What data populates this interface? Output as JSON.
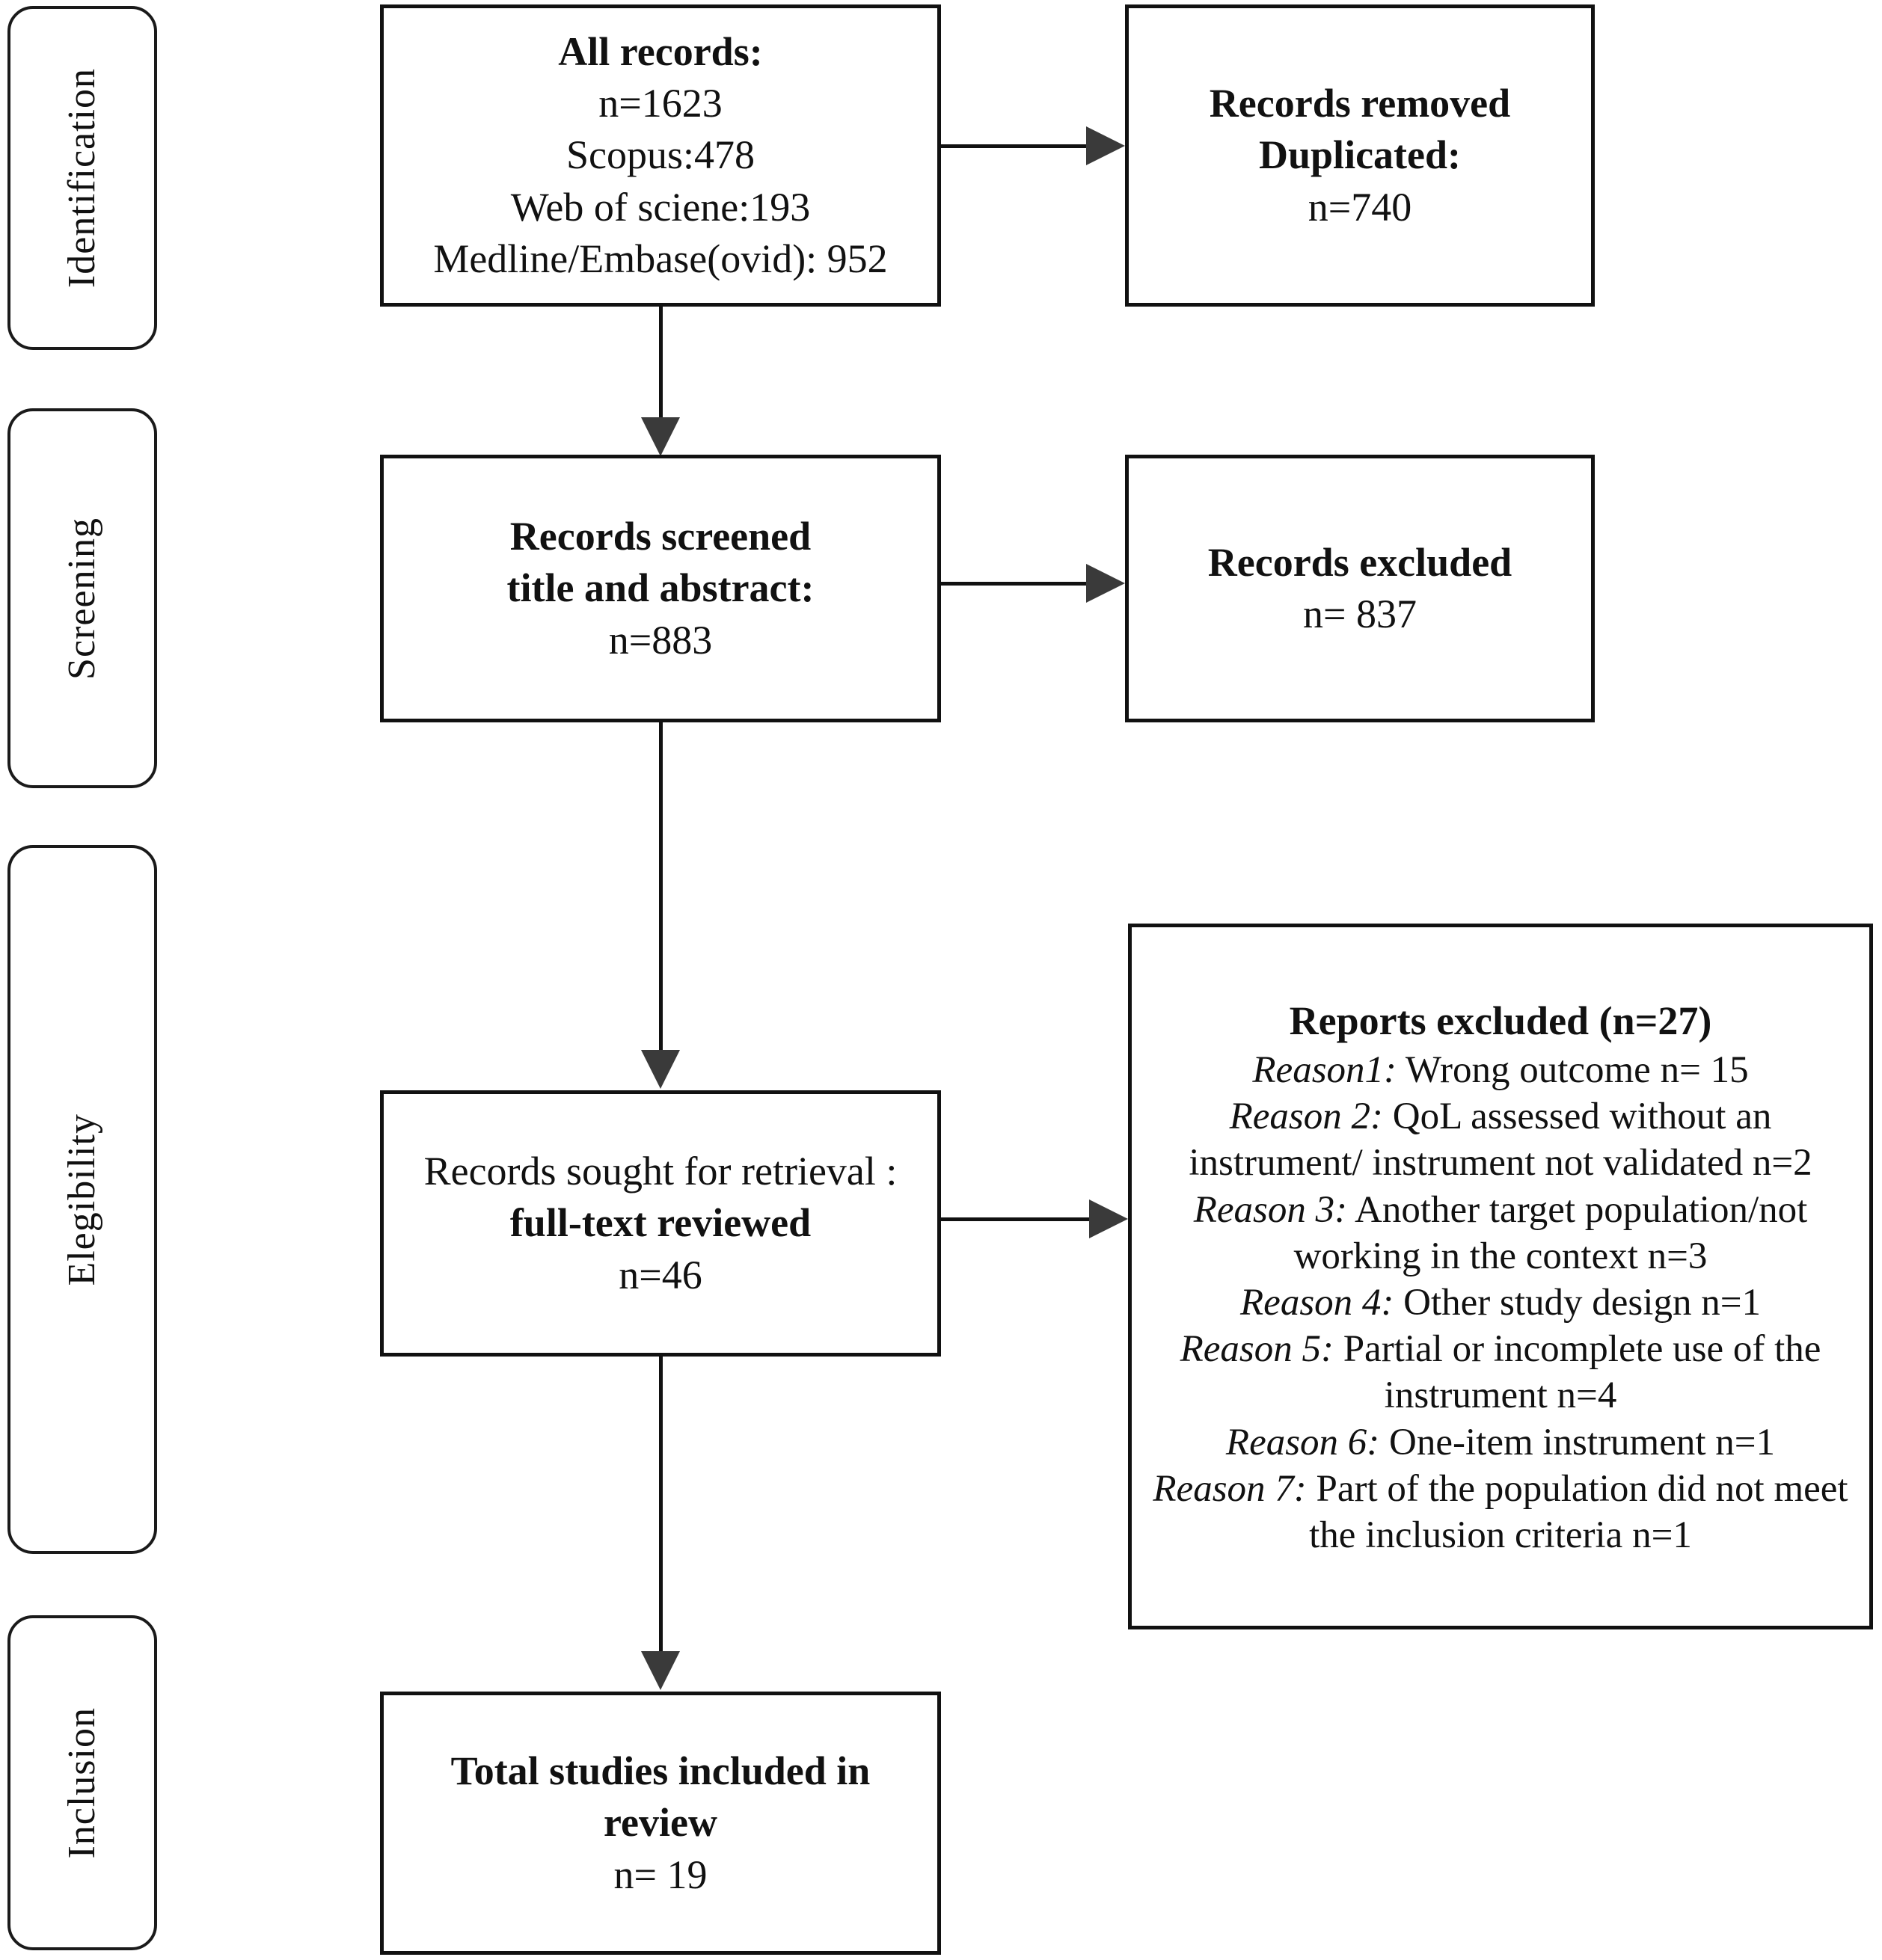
{
  "diagram": {
    "type": "prisma-flow-diagram",
    "title": "PRISMA study selection flow diagram"
  },
  "stages": [
    {
      "id": "identification",
      "label": "Identification"
    },
    {
      "id": "screening",
      "label": "Screening"
    },
    {
      "id": "eligibility",
      "label": "Elegibility"
    },
    {
      "id": "inclusion",
      "label": "Inclusion"
    }
  ],
  "boxes": {
    "all_records": {
      "heading": "All records:",
      "total": "n=1623",
      "scopus": "Scopus:478",
      "web_of_science": "Web of sciene:193",
      "medline_embase": "Medline/Embase(ovid): 952"
    },
    "records_removed": {
      "heading_line1": "Records removed",
      "heading_line2": "Duplicated:",
      "count": "n=740"
    },
    "records_screened": {
      "heading_line1": "Records screened",
      "heading_line2": "title and abstract:",
      "count": "n=883"
    },
    "records_excluded": {
      "heading": "Records excluded",
      "count": "n= 837"
    },
    "records_sought": {
      "heading": "Records sought for retrieval :",
      "subheading": "full-text reviewed",
      "count": "n=46"
    },
    "reports_excluded": {
      "title": "Reports excluded (n=27)",
      "reasons": [
        {
          "label": "Reason1:",
          "text": "Wrong outcome n= 15"
        },
        {
          "label": "Reason 2:",
          "text": "QoL assessed without an instrument/ instrument not validated n=2"
        },
        {
          "label": "Reason 3:",
          "text": "Another target population/not working in  the context n=3"
        },
        {
          "label": "Reason 4:",
          "text": "Other study design n=1"
        },
        {
          "label": "Reason 5:",
          "text": "Partial or incomplete use of the instrument n=4"
        },
        {
          "label": "Reason 6:",
          "text": "One-item instrument n=1"
        },
        {
          "label": "Reason 7:",
          "text": "Part of the population did not meet the inclusion criteria n=1"
        }
      ]
    },
    "total_included": {
      "heading_line1": "Total studies included  in",
      "heading_line2": "review",
      "count": "n= 19"
    }
  },
  "colors": {
    "stroke": "#111111",
    "arrow": "#3a3a3a",
    "background": "#ffffff"
  }
}
